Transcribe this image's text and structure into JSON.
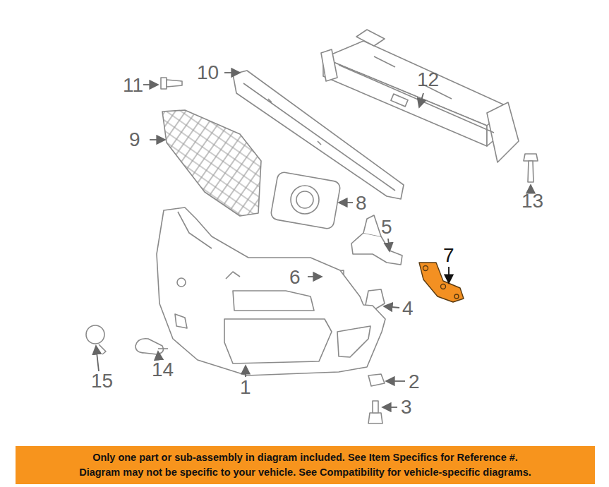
{
  "diagram": {
    "nodes": [
      {
        "text": [
          "Only one part or sub-assembly in diagram included. See Item Specifics for Reference #.",
          "Diagram may not be specific to your vehicle. See Compatibility for vehicle-specific diagrams."
        ]
      }
    ],
    "labels": [
      "11",
      "10",
      "12",
      "9",
      "13",
      "8",
      "5",
      "7",
      "6",
      "4",
      "2",
      "14",
      "15",
      "1",
      "3"
    ]
  }
}
